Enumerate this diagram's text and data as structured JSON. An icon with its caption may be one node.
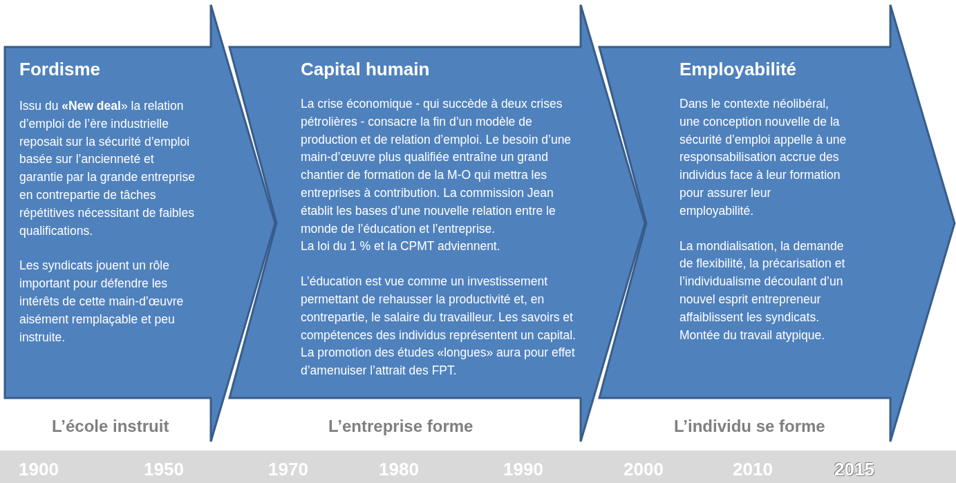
{
  "diagram": {
    "nodes": [
      {
        "text": [
          "Fordisme",
          "Issu du **«New deal**» la relation d’emploi de l’ère industrielle reposait sur la sécurité d’emploi basée sur l’ancienneté et garantie par la grande entreprise en contrepartie de tâches répétitives nécessitant de faibles qualifications.",
          "Les syndicats jouent un rôle important pour défendre les intérêts de cette main-d’œuvre aisément remplaçable et peu instruite."
        ],
        "beside": [
          "L’école instruit"
        ]
      },
      {
        "text": [
          "Capital humain",
          "La crise économique - qui succède à deux crises pétrolières  - consacre la fin d’un modèle de production et de relation d’emploi. Le besoin d’une main-d’œuvre plus  qualifiée entraîne un grand chantier de formation de la M-O qui mettra les entreprises à contribution. La commission Jean établit les bases d’une nouvelle relation entre le monde de l’éducation et l’entreprise.",
          "La loi du 1 % et la CPMT adviennent.",
          "L’éducation est vue comme un investissement permettant de rehausser la productivité et, en contrepartie, le salaire du travailleur. Les savoirs et compétences des individus représentent un capital. La promotion des études «longues» aura pour effet d’amenuiser l’attrait des FPT."
        ],
        "beside": [
          "L’entreprise forme"
        ]
      },
      {
        "text": [
          "Employabilité",
          "Dans le contexte néolibéral, une conception nouvelle de la sécurité d’emploi appelle à une responsabilisation  accrue des individus face à leur formation pour assurer leur employabilité.",
          "La  mondialisation, la demande de flexibilité, la précarisation  et l’individualisme découlant d’un nouvel  esprit entrepreneur affaiblissent les syndicats. Montée du travail atypique."
        ],
        "beside": [
          "L’individu se forme"
        ]
      }
    ],
    "labels": [
      "1900",
      "1950",
      "1970",
      "1980",
      "1990",
      "2000",
      "2010",
      "2015"
    ]
  }
}
